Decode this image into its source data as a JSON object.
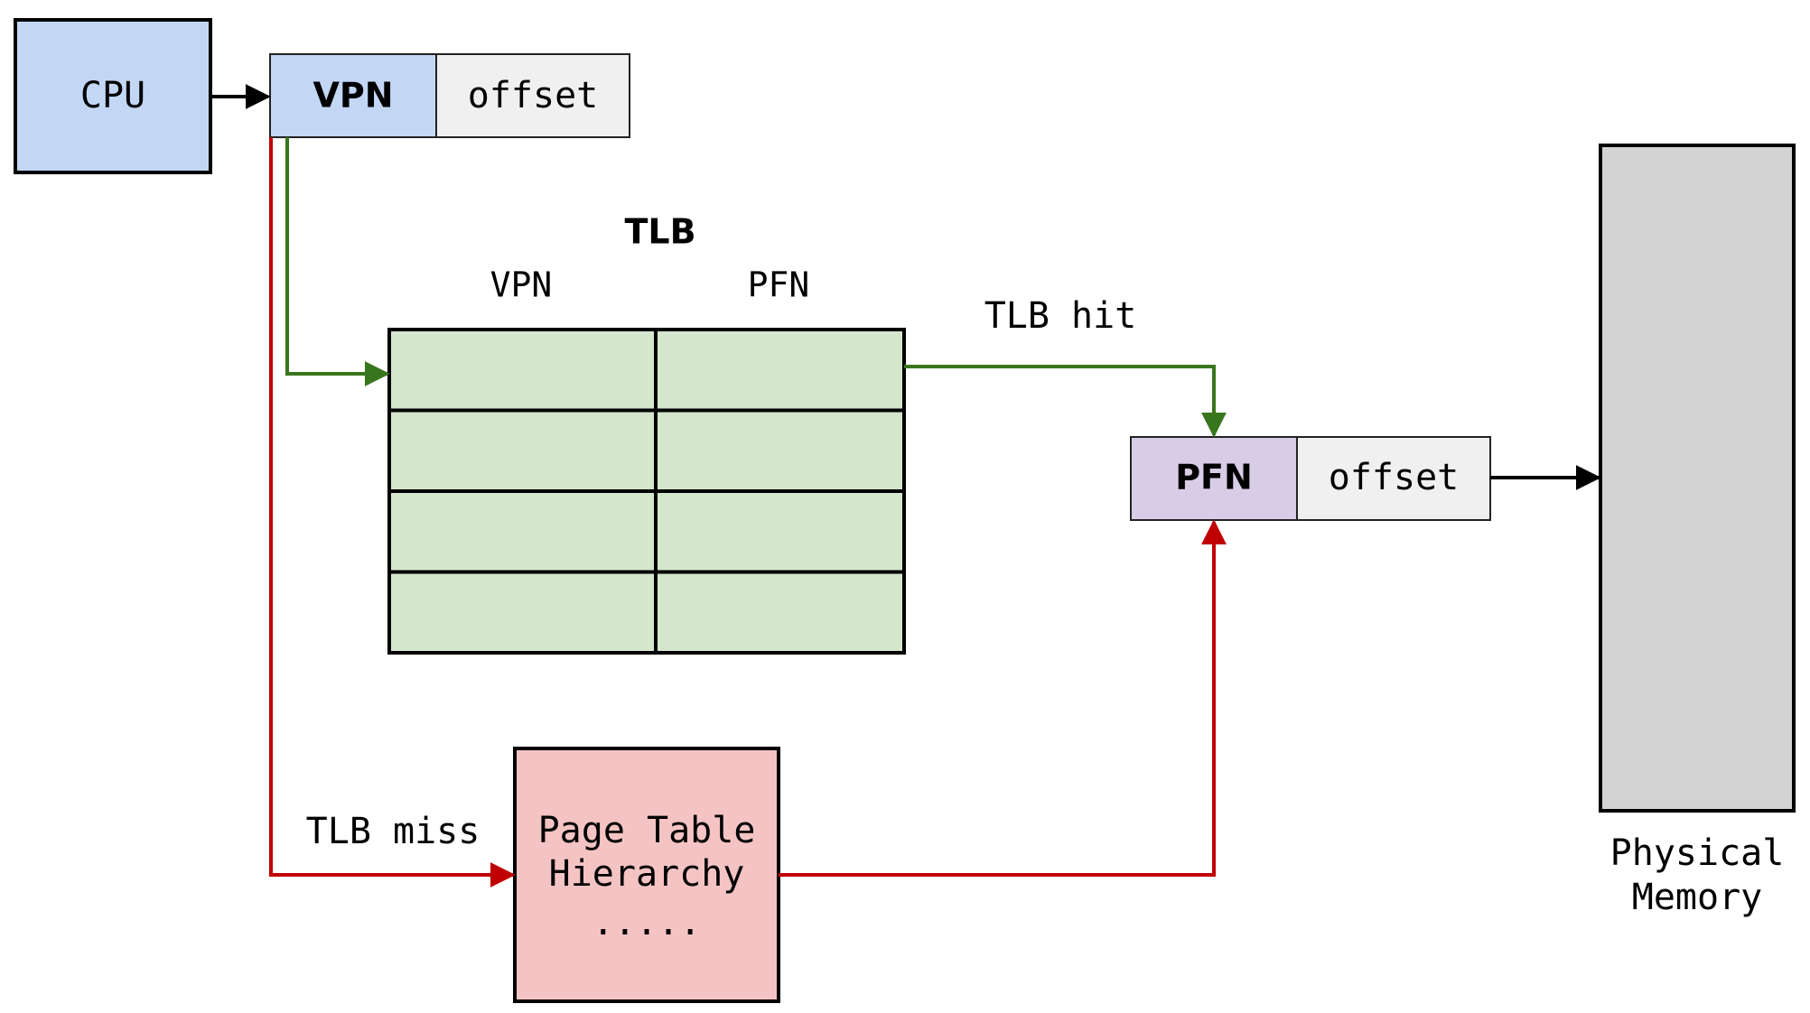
{
  "cpu": {
    "label": "CPU"
  },
  "virtual_address": {
    "vpn": "VPN",
    "offset": "offset"
  },
  "tlb": {
    "title": "TLB",
    "col_vpn": "VPN",
    "col_pfn": "PFN",
    "rows": 4
  },
  "physical_address": {
    "pfn": "PFN",
    "offset": "offset"
  },
  "page_table": {
    "line1": "Page Table",
    "line2": "Hierarchy",
    "line3": "....."
  },
  "memory": {
    "line1": "Physical",
    "line2": "Memory"
  },
  "edges": {
    "hit": "TLB hit",
    "miss": "TLB miss"
  },
  "colors": {
    "cpu": "#c3d7f5",
    "vpn": "#c3d7f5",
    "offset": "#f0f0f0",
    "tlb": "#d4e6cc",
    "pfn": "#d7cde6",
    "page_table": "#f4c4c4",
    "memory": "#d3d3d3",
    "hit_arrow": "#38761d",
    "miss_arrow": "#c00000",
    "flow_arrow": "#000000"
  }
}
